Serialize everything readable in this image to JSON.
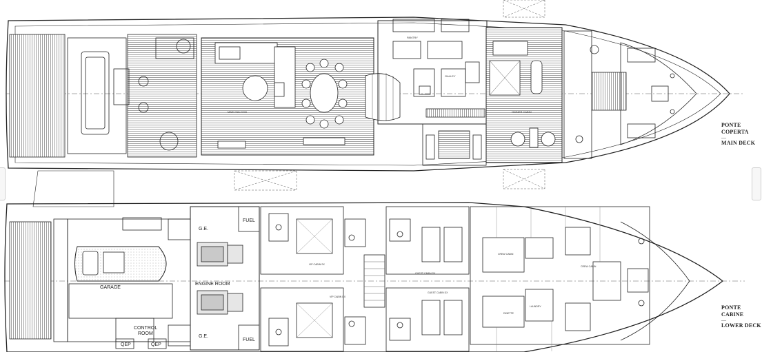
{
  "main_deck": {
    "title_it": "PONTE COPERTA",
    "separator": "—",
    "title_en": "MAIN DECK",
    "rooms": {
      "main_saloon": "MAIN SALOON",
      "galley": "GALLEY",
      "pantry": "PANTRY",
      "owner_cabin": "OWNER CABIN"
    }
  },
  "lower_deck": {
    "title_it": "PONTE CABINE",
    "separator": "—",
    "title_en": "LOWER DECK",
    "rooms": {
      "fuel_top": "FUEL",
      "fuel_bottom": "FUEL",
      "ge_top": "G.E.",
      "ge_bottom": "G.E.",
      "engine_room": "ENGINE ROOM",
      "garage": "GARAGE",
      "control_room_1": "CONTROL",
      "control_room_2": "ROOM",
      "qep_1": "QEP",
      "qep_2": "QEP",
      "vip_cabin_sx": "VIP CABIN SX",
      "vip_cabin_dx": "VIP CABIN DX",
      "guest_cabin_sx": "GUEST CABIN SX",
      "guest_cabin_dx": "GUEST CABIN DX",
      "crew_cabin_1": "CREW CABIN",
      "crew_cabin_2": "CREW CABIN",
      "laundry": "LAUNDRY",
      "dinette": "DINETTE"
    }
  }
}
